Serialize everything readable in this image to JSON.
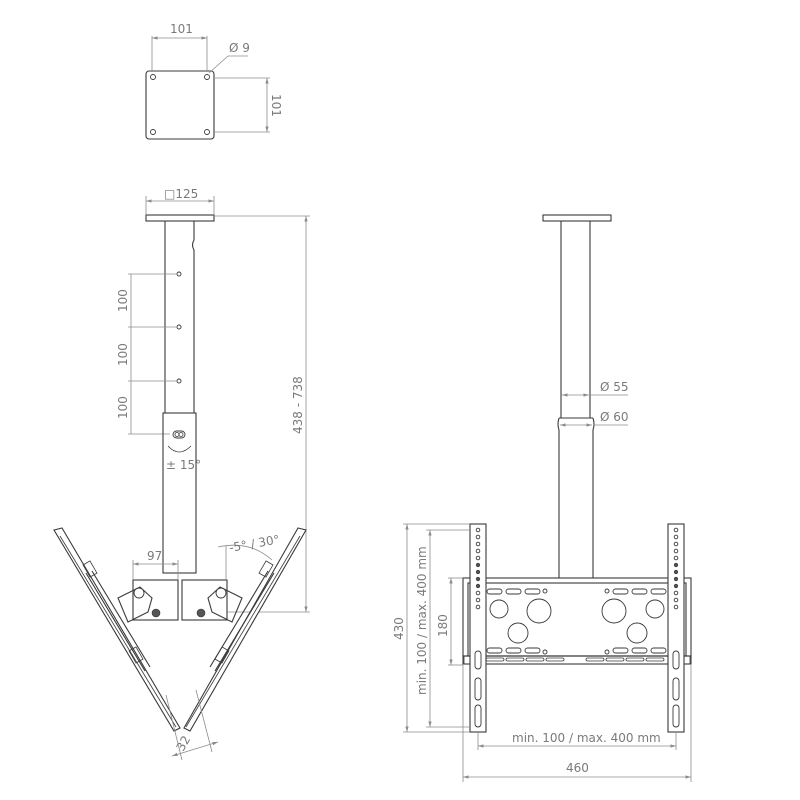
{
  "diagram": {
    "type": "technical drawing",
    "subject": "Ceiling TV mount (double screen, back-to-back) with telescopic pole",
    "views": {
      "ceiling_plate": {
        "label_width": "101",
        "label_height": "101",
        "label_hole": "Ø 9"
      },
      "side_view": {
        "label_plate": "□125",
        "label_hole_spacing_1": "100",
        "label_hole_spacing_2": "100",
        "label_hole_spacing_3": "100",
        "label_height": "438 - 738",
        "label_rotation": "± 15°",
        "label_tilt": "-5° / 30°",
        "label_bracket_width": "97",
        "label_depth": "32"
      },
      "front_view": {
        "label_pole_upper": "Ø 55",
        "label_pole_lower": "Ø 60",
        "label_total_height": "430",
        "label_vesa_vertical": "min. 100 / max. 400 mm",
        "label_frame_height": "180",
        "label_vesa_horizontal": "min. 100 / max. 400 mm",
        "label_total_width": "460"
      }
    },
    "colors": {
      "line": "#3a3a3a",
      "dimension": "#8c8c8c",
      "text": "#7a7a7a",
      "background": "#ffffff"
    }
  }
}
